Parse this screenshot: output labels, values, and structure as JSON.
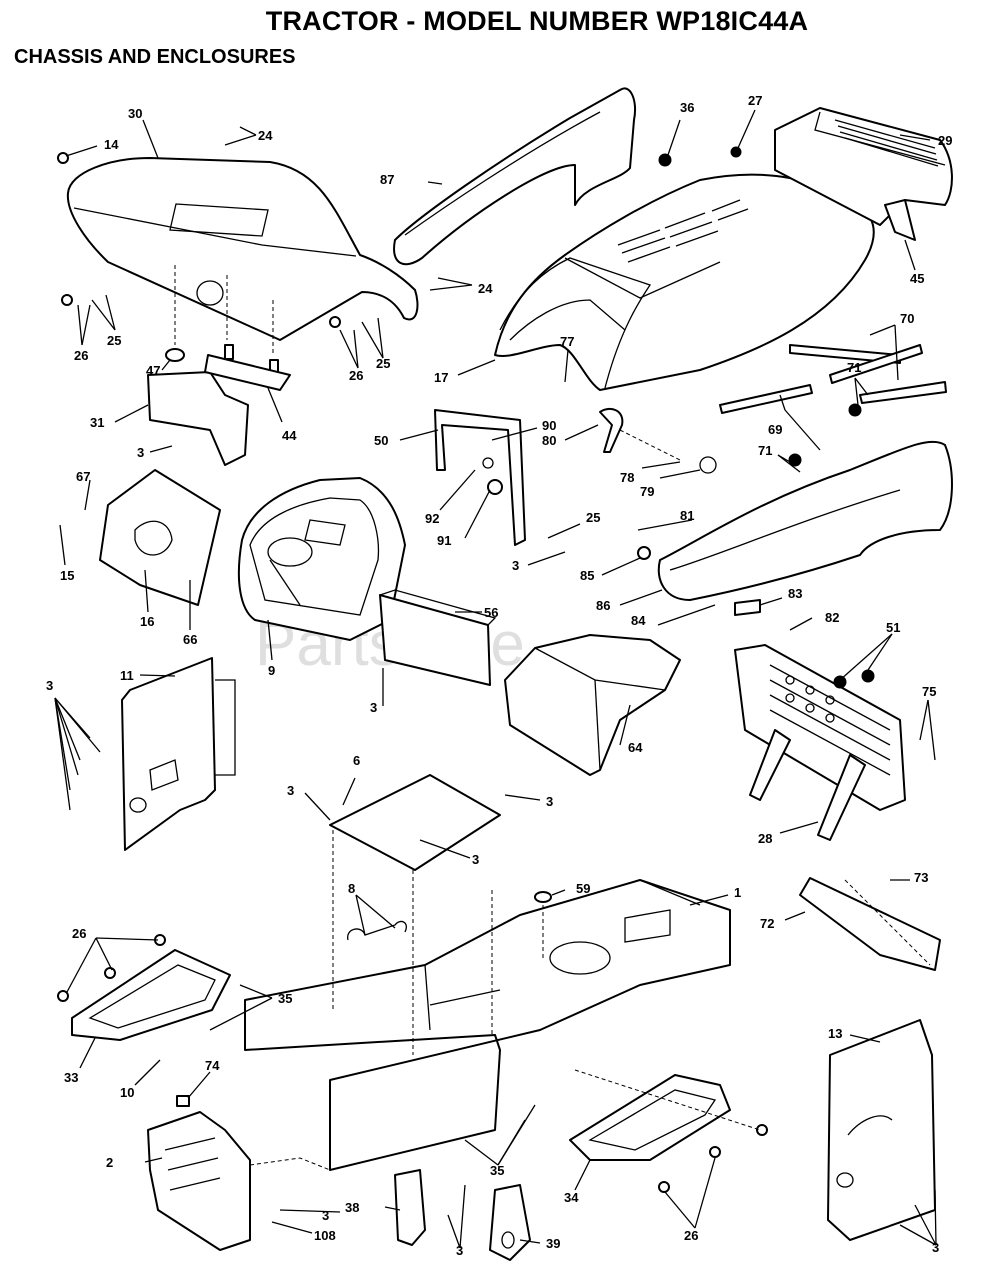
{
  "title": "TRACTOR - MODEL NUMBER WP18IC44A",
  "subtitle": "CHASSIS AND ENCLOSURES",
  "watermark": "PartsTree",
  "callouts": [
    "1",
    "2",
    "3",
    "6",
    "8",
    "9",
    "10",
    "11",
    "13",
    "14",
    "15",
    "16",
    "17",
    "24",
    "25",
    "26",
    "27",
    "28",
    "29",
    "30",
    "31",
    "33",
    "34",
    "35",
    "36",
    "38",
    "39",
    "44",
    "45",
    "47",
    "50",
    "51",
    "56",
    "59",
    "64",
    "66",
    "67",
    "69",
    "70",
    "71",
    "72",
    "73",
    "74",
    "75",
    "77",
    "78",
    "79",
    "80",
    "81",
    "82",
    "83",
    "84",
    "85",
    "86",
    "87",
    "90",
    "91",
    "92",
    "108"
  ]
}
